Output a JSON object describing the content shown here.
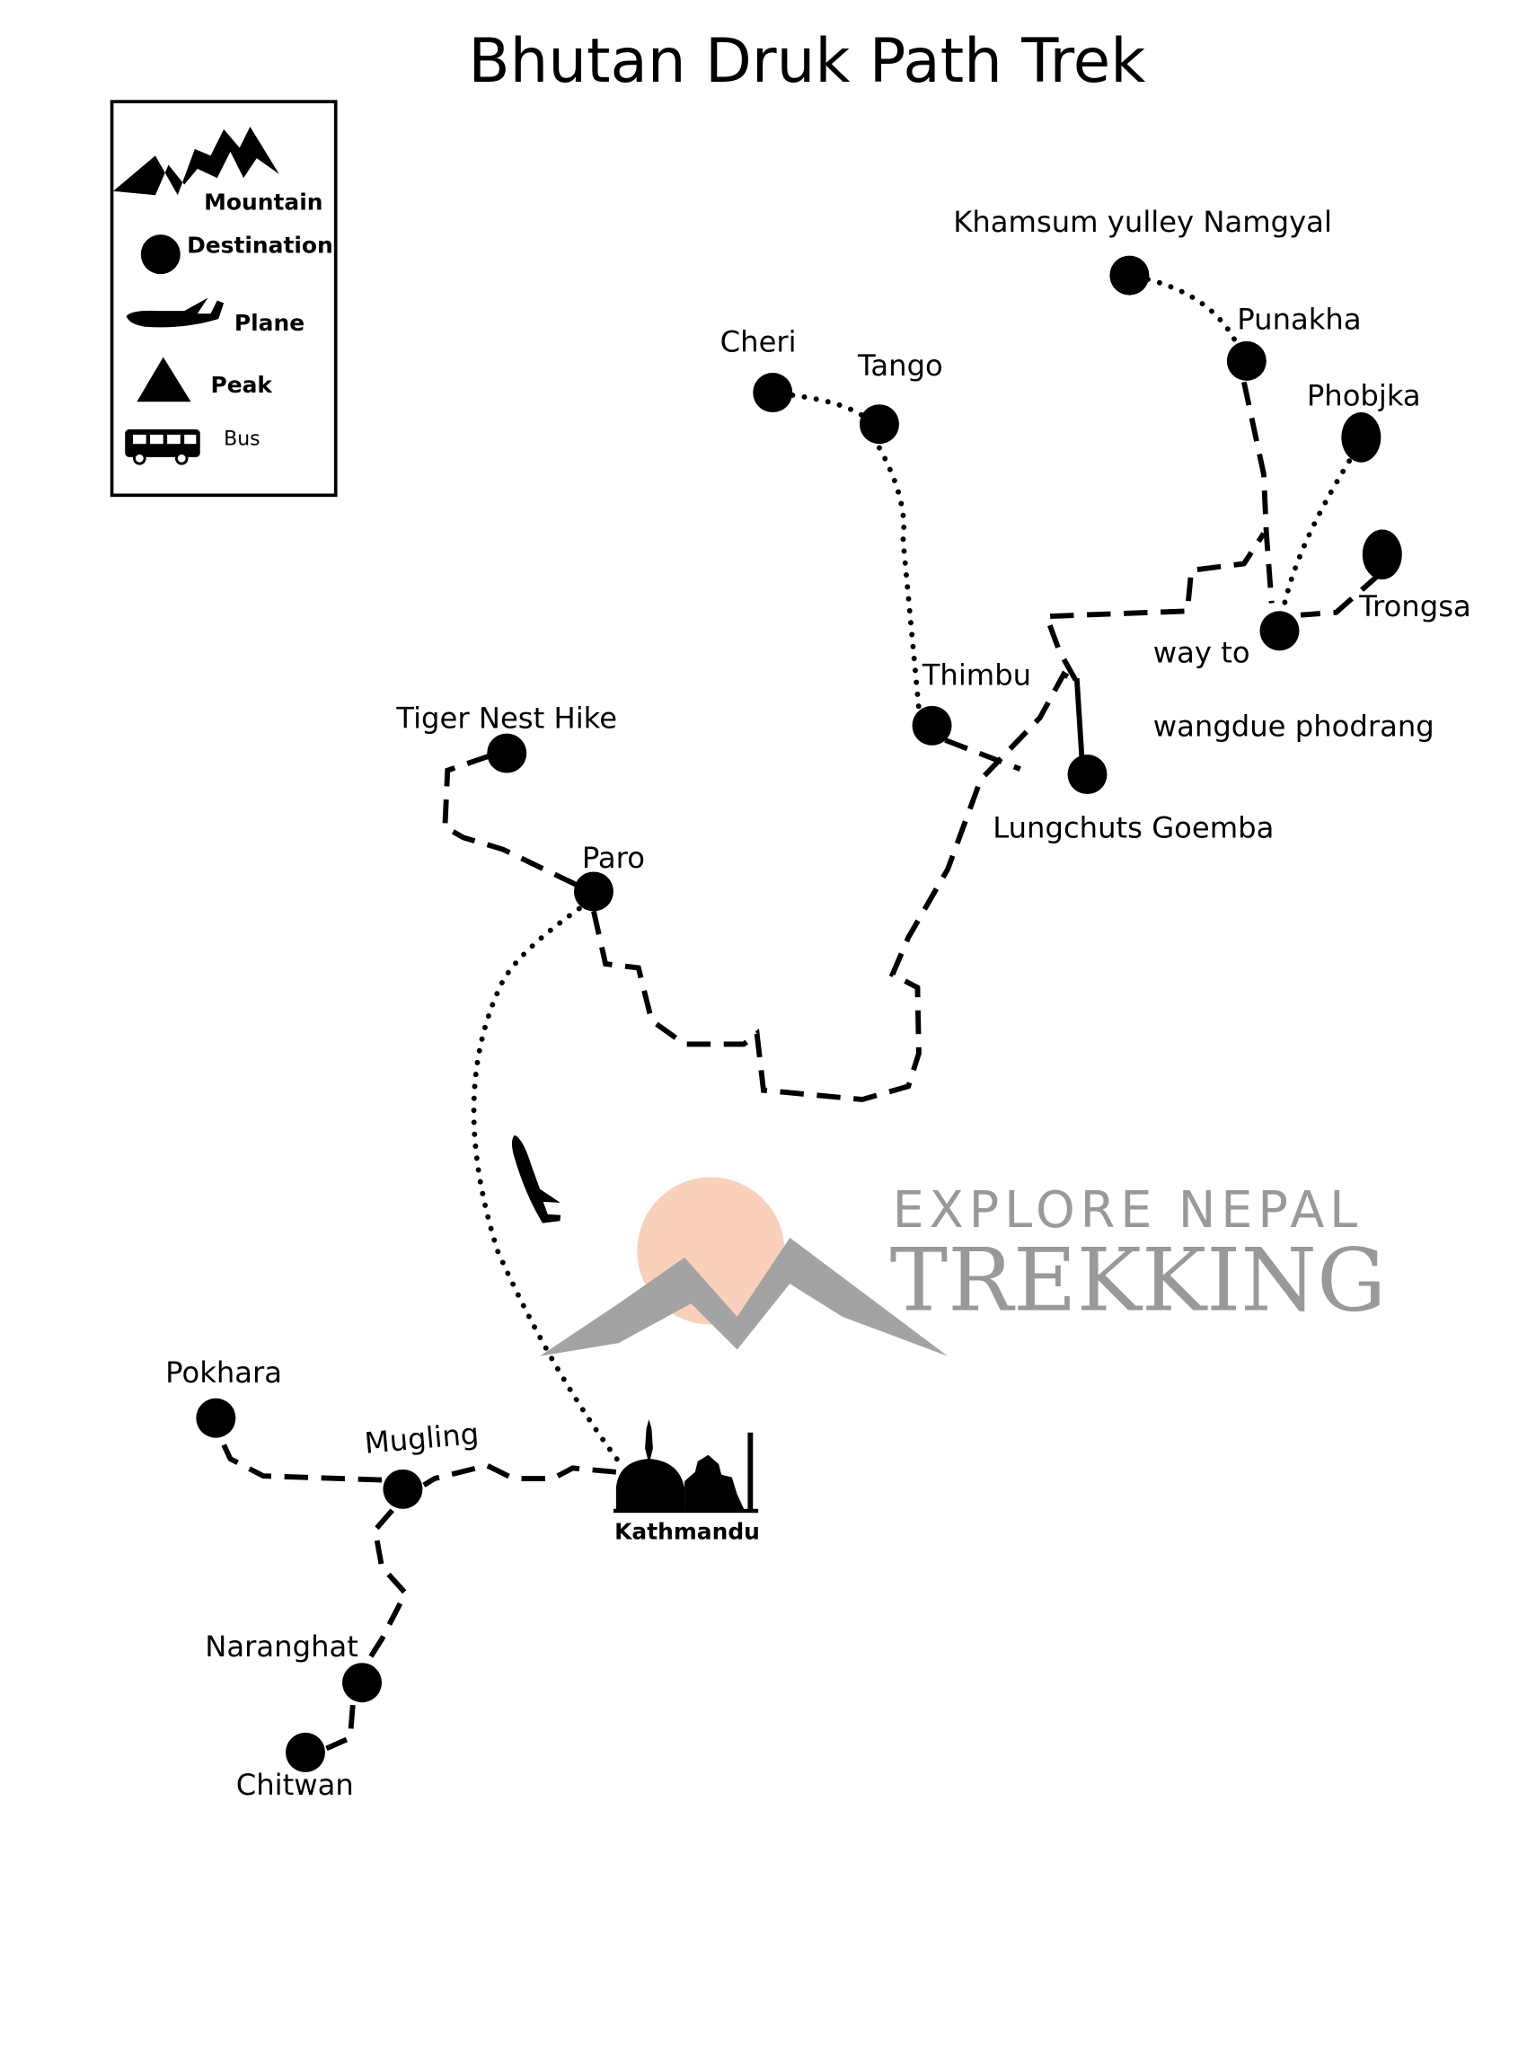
{
  "title": "Bhutan Druk Path Trek",
  "legend": {
    "items": [
      {
        "label": "Mountain",
        "icon": "mountain-icon"
      },
      {
        "label": "Destination",
        "icon": "destination-dot-icon"
      },
      {
        "label": "Plane",
        "icon": "plane-icon"
      },
      {
        "label": "Peak",
        "icon": "peak-triangle-icon"
      },
      {
        "label": "Bus",
        "icon": "bus-icon"
      }
    ]
  },
  "places": {
    "khamsum": "Khamsum yulley Namgyal",
    "punakha": "Punakha",
    "phobjka": "Phobjka",
    "trongsa": "Trongsa",
    "way_to": "way to",
    "wangdue": "wangdue phodrang",
    "cheri": "Cheri",
    "tango": "Tango",
    "thimbu": "Thimbu",
    "lungchuts": "Lungchuts Goemba",
    "tiger_nest": "Tiger Nest Hike",
    "paro": "Paro",
    "pokhara": "Pokhara",
    "mugling": "Mugling",
    "naranghat": "Naranghat",
    "chitwan": "Chitwan",
    "kathmandu": "Kathmandu"
  },
  "watermark": {
    "line1": "EXPLORE NEPAL",
    "line2": "TREKKING",
    "sun_color": "#f9cdb4",
    "gray": "#8f8f8f"
  }
}
